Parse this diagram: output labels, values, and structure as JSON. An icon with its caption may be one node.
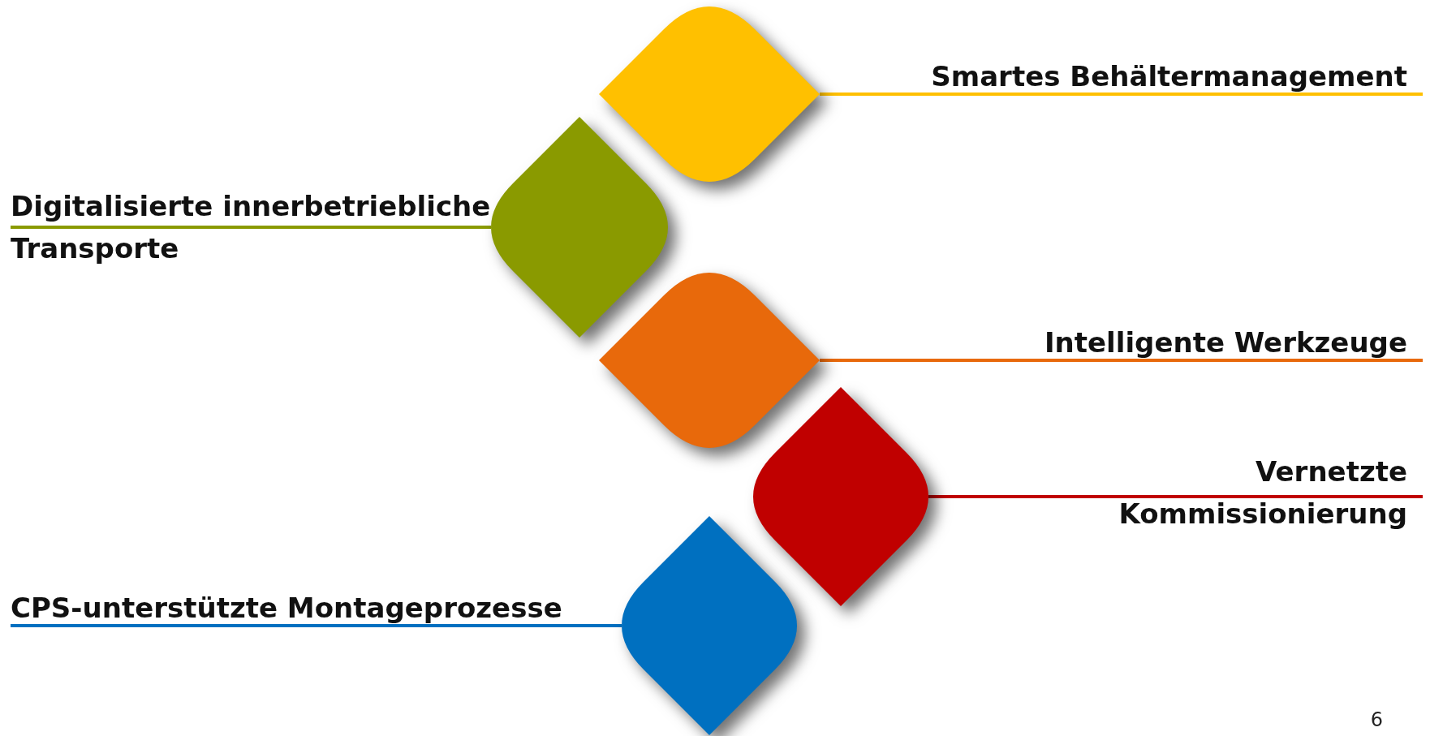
{
  "diagram": {
    "nodes": [
      {
        "text": [
          "Smartes Behältermanagement"
        ]
      },
      {
        "text": [
          "Digitalisierte innerbetriebliche Transporte"
        ]
      },
      {
        "text": [
          "Intelligente Werkzeuge"
        ]
      },
      {
        "text": [
          "Vernetzte Kommissionierung"
        ]
      },
      {
        "text": [
          "CPS-unterstützte Montageprozesse"
        ]
      },
      {
        "text": [],
        "shape": "diamond"
      },
      {
        "text": [],
        "shape": "diamond"
      },
      {
        "text": [],
        "shape": "diamond"
      },
      {
        "text": [],
        "shape": "diamond"
      },
      {
        "text": [],
        "shape": "diamond"
      }
    ],
    "edges": [
      {
        "from": 0,
        "to": 5,
        "arrow": "none",
        "color": "#ffc000"
      },
      {
        "from": 1,
        "to": 6,
        "arrow": "none",
        "color": "#8a9a00"
      },
      {
        "from": 2,
        "to": 7,
        "arrow": "none",
        "color": "#e8690b"
      },
      {
        "from": 3,
        "to": 8,
        "arrow": "none",
        "color": "#c00000"
      },
      {
        "from": 4,
        "to": 9,
        "arrow": "none",
        "color": "#0070c0"
      }
    ],
    "labels": [
      "6"
    ]
  }
}
